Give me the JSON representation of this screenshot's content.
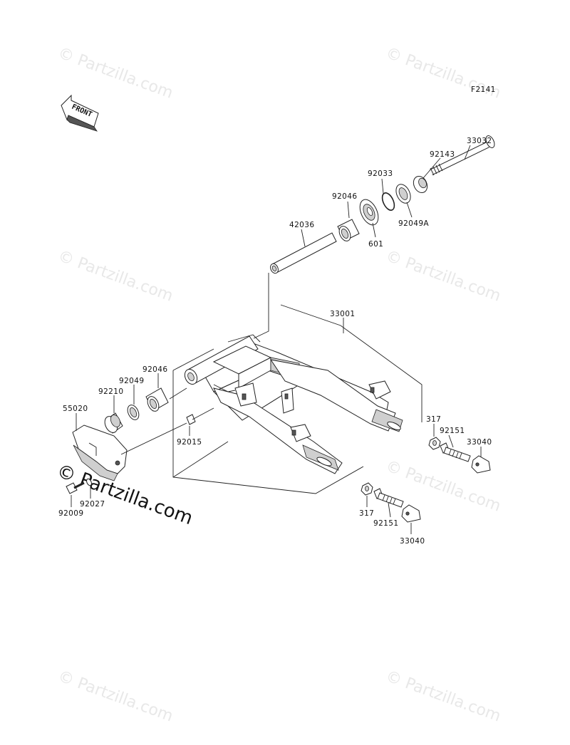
{
  "figure": {
    "code": "F2141",
    "front_label": "FRONT"
  },
  "watermark": {
    "text": "© Partzilla.com",
    "brand_text": "© Partzilla.com"
  },
  "labels": {
    "p33032": "33032",
    "p92143": "92143",
    "p92033": "92033",
    "p92046_top": "92046",
    "p92049A": "92049A",
    "p601": "601",
    "p42036": "42036",
    "p33001": "33001",
    "p92046_left": "92046",
    "p92049": "92049",
    "p92210": "92210",
    "p55020": "55020",
    "p92015": "92015",
    "p317_top": "317",
    "p92151_top": "92151",
    "p33040_top": "33040",
    "p317_bottom": "317",
    "p92151_bottom": "92151",
    "p33040_bottom": "33040",
    "p92027": "92027",
    "p92009": "92009"
  }
}
